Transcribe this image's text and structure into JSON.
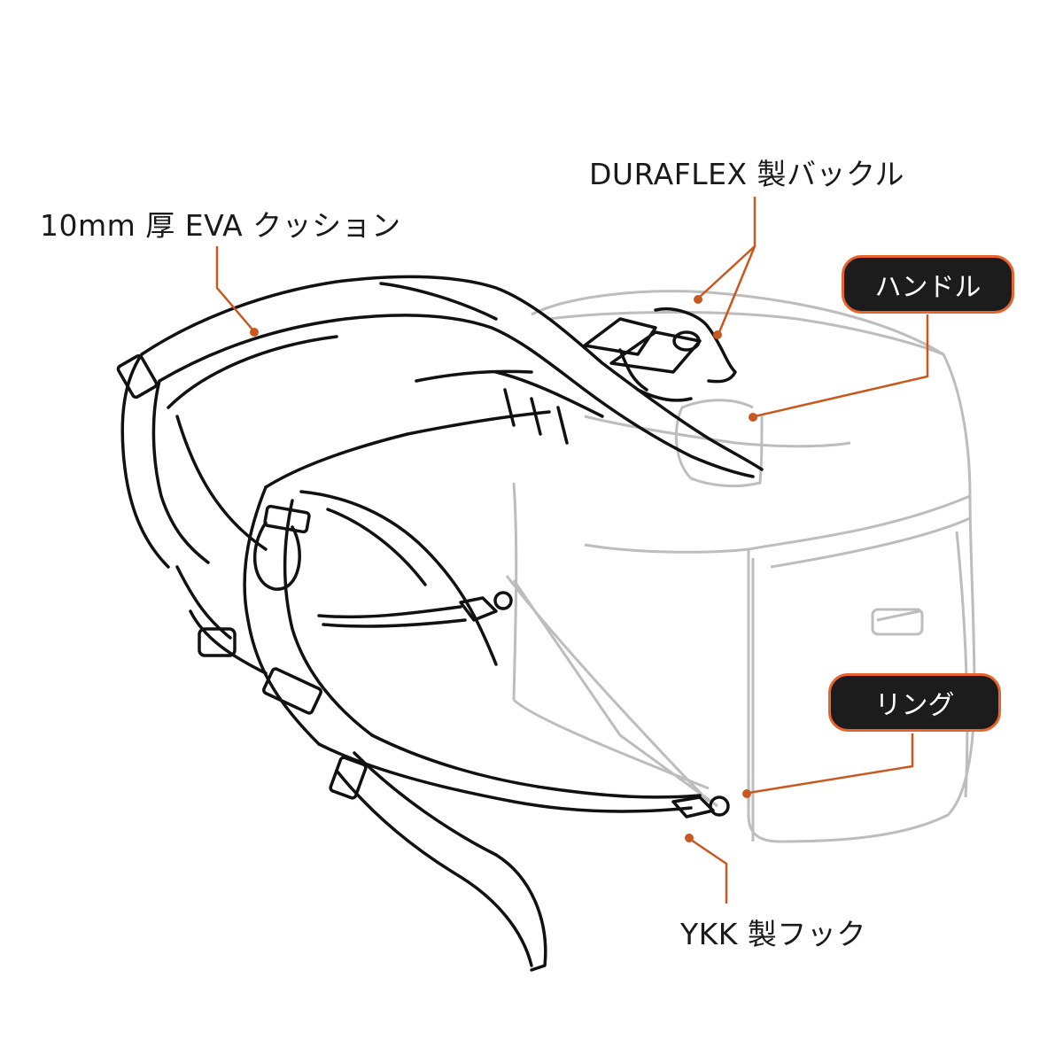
{
  "callouts": {
    "eva_cushion": "10mm 厚 EVA クッション",
    "buckle": "DURAFLEX 製バックル",
    "handle": "ハンドル",
    "ring": "リング",
    "hook": "YKK 製フック"
  },
  "colors": {
    "leader": "#c8581f",
    "tag_fill": "#1c1c1c",
    "tag_border": "#e8642c",
    "bag_outline": "#bdbdbd",
    "harness_outline": "#111111"
  }
}
